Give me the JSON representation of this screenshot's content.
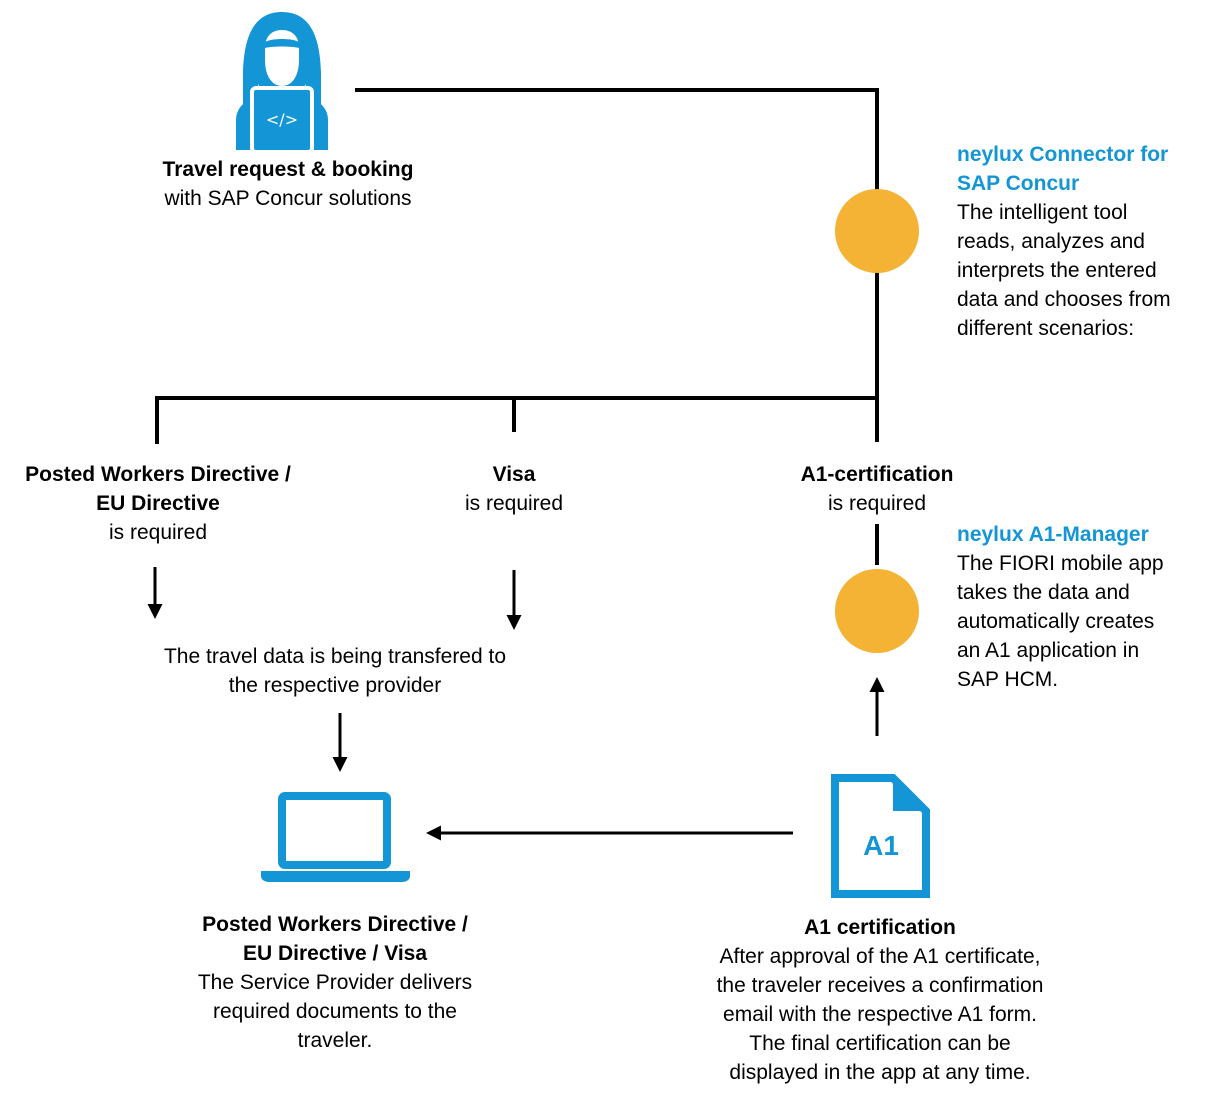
{
  "colors": {
    "accent_blue": "#1495d6",
    "node_orange": "#f5b335",
    "line": "#000000"
  },
  "icons": {
    "traveler": "user-laptop-code-icon",
    "laptop": "laptop-icon",
    "document": "a1-document-icon",
    "document_label": "A1"
  },
  "start": {
    "title": "Travel request & booking",
    "subtitle": "with SAP Concur solutions"
  },
  "connector": {
    "title_1": "neylux Connector for",
    "title_2": "SAP Concur",
    "desc": [
      "The intelligent tool",
      "reads, analyzes and",
      "interprets the entered",
      "data and chooses from",
      "different scenarios:"
    ]
  },
  "branches": {
    "posted": {
      "title_1": "Posted Workers Directive /",
      "title_2": "EU Directive",
      "sub": "is required"
    },
    "visa": {
      "title": "Visa",
      "sub": "is required"
    },
    "a1": {
      "title": "A1-certification",
      "sub": "is required"
    }
  },
  "transfer": {
    "line_1": "The travel data is being transfered to",
    "line_2": "the respective provider"
  },
  "a1_manager": {
    "title": "neylux A1-Manager",
    "desc": [
      "The FIORI mobile app",
      "takes the data and",
      "automatically creates",
      "an A1 application in",
      "SAP HCM."
    ]
  },
  "delivery": {
    "title_1": "Posted Workers Directive /",
    "title_2": "EU Directive / Visa",
    "desc": [
      "The Service Provider delivers",
      "required documents to the",
      "traveler."
    ]
  },
  "a1_cert": {
    "title": "A1 certification",
    "desc": [
      "After approval of the A1 certificate,",
      "the traveler receives a confirmation",
      "email with the respective A1 form.",
      "The final certification can be",
      "displayed in the app at any time."
    ]
  }
}
